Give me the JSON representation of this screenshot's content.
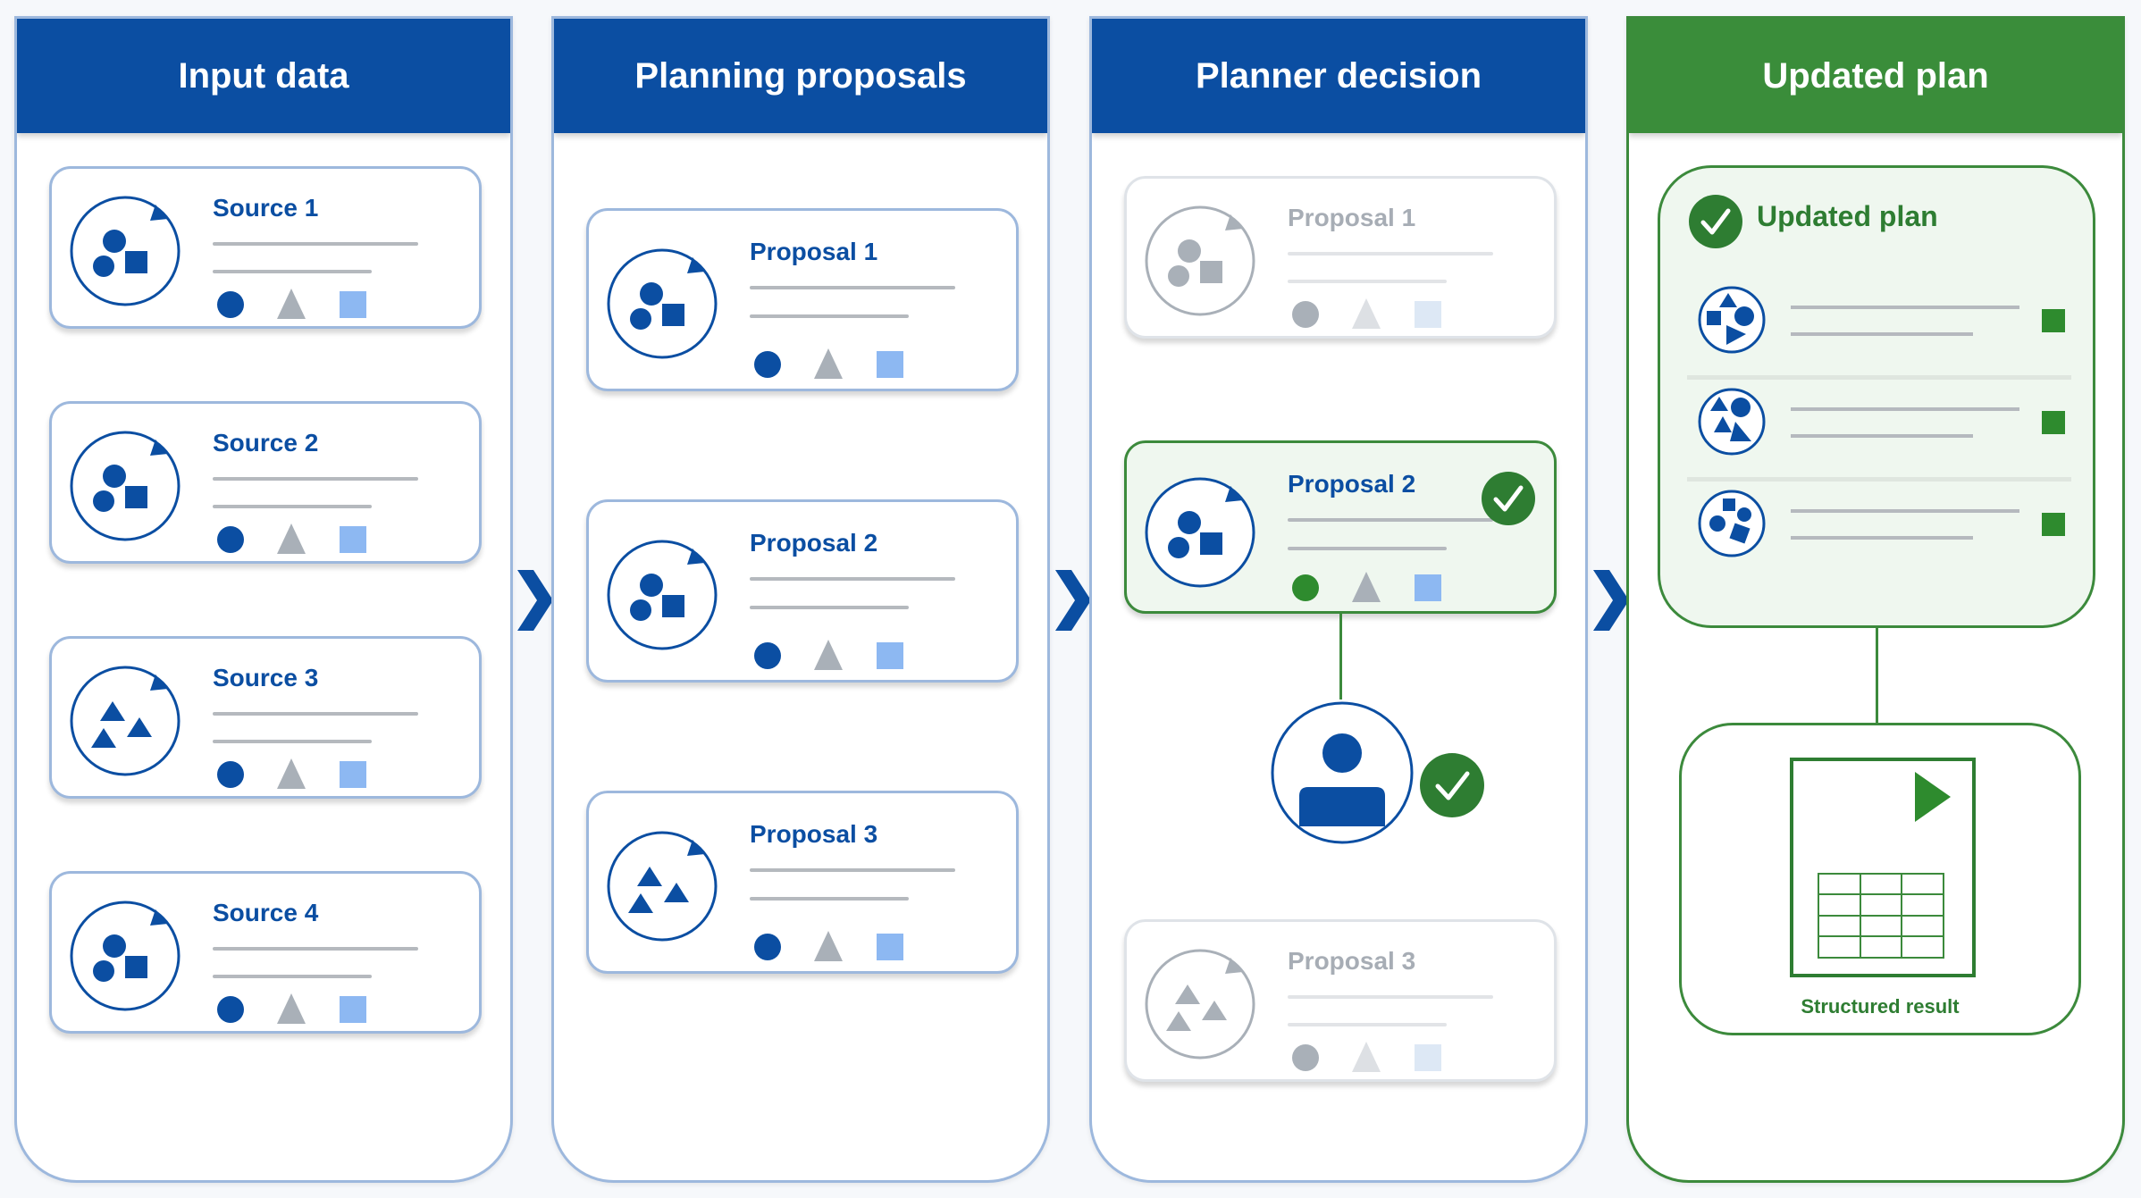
{
  "columns": [
    {
      "title": "Input data",
      "cards": [
        {
          "title": "Source 1"
        },
        {
          "title": "Source 2"
        },
        {
          "title": "Source 3"
        },
        {
          "title": "Source 4"
        }
      ]
    },
    {
      "title": "Planning proposals",
      "cards": [
        {
          "title": "Proposal 1"
        },
        {
          "title": "Proposal 2"
        },
        {
          "title": "Proposal 3"
        }
      ]
    },
    {
      "title": "Planner decision",
      "cards": [
        {
          "title": "Proposal 1",
          "state": "faded"
        },
        {
          "title": "Proposal 2",
          "state": "selected"
        },
        {
          "title": "Proposal 3",
          "state": "faded"
        }
      ]
    },
    {
      "title": "Updated plan",
      "plan_title": "Updated plan",
      "result_label": "Structured result"
    }
  ],
  "colors": {
    "primary_blue": "#0b4ea2",
    "accent_green": "#3a8d3a",
    "light_blue": "#8db8f2",
    "gray": "#a9b0b8"
  },
  "icons": [
    "circle-shapes-icon",
    "triangles-icon",
    "check-icon",
    "person-icon",
    "chevron-right-icon",
    "spreadsheet-icon",
    "play-icon"
  ]
}
